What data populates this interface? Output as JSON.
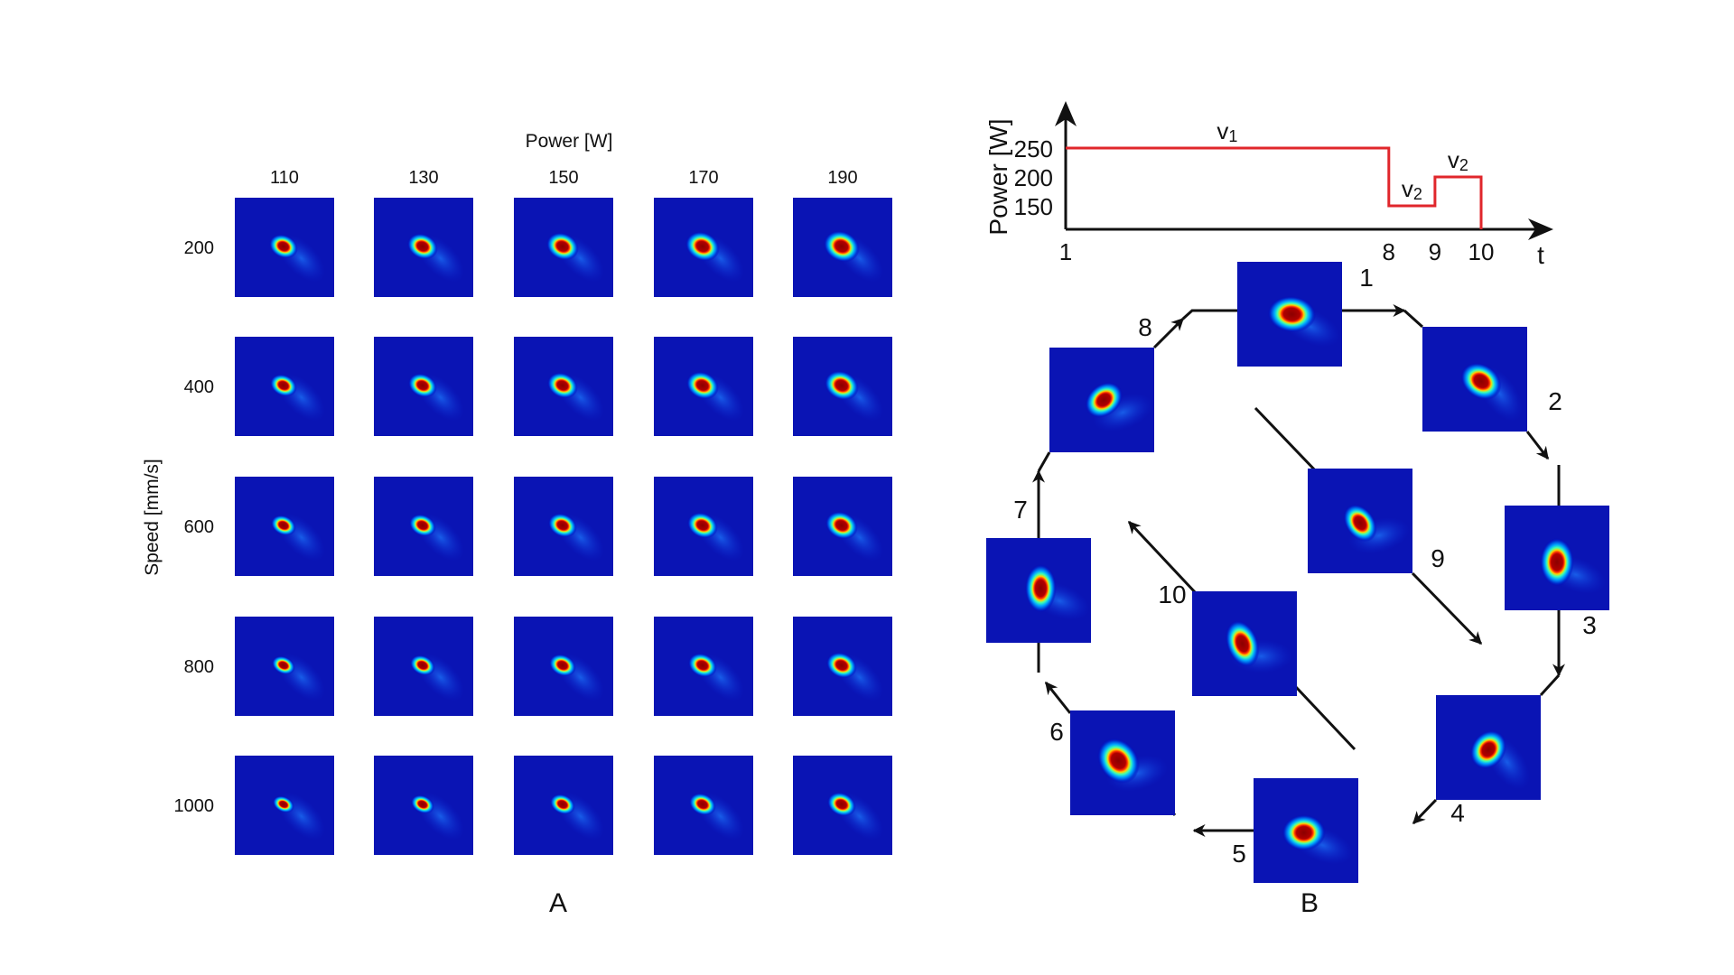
{
  "panel_a": {
    "letter": "A",
    "x_axis_title": "Power [W]",
    "y_axis_title": "Speed [mm/s]",
    "power_values": [
      "110",
      "130",
      "150",
      "170",
      "190"
    ],
    "speed_values": [
      "200",
      "400",
      "600",
      "800",
      "1000"
    ]
  },
  "panel_b": {
    "letter": "B",
    "chart_data": {
      "type": "line",
      "ylabel": "Power [W]",
      "xlabel": "t",
      "ytick_labels": [
        "250",
        "200",
        "150"
      ],
      "xtick_labels": [
        "1",
        "8",
        "9",
        "10"
      ],
      "series": [
        {
          "x": [
            1,
            8,
            8,
            9,
            9,
            10,
            10
          ],
          "y": [
            250,
            250,
            150,
            150,
            200,
            200,
            0
          ]
        }
      ],
      "annotations": [
        {
          "text": "v",
          "sub": "1",
          "x": 4.5,
          "y": 250
        },
        {
          "text": "v",
          "sub": "2",
          "x": 8.5,
          "y": 150
        },
        {
          "text": "v",
          "sub": "2",
          "x": 9.5,
          "y": 200
        }
      ],
      "line_color": "#e0262b"
    },
    "step_labels": [
      "1",
      "2",
      "3",
      "4",
      "5",
      "6",
      "7",
      "8",
      "9",
      "10"
    ]
  }
}
